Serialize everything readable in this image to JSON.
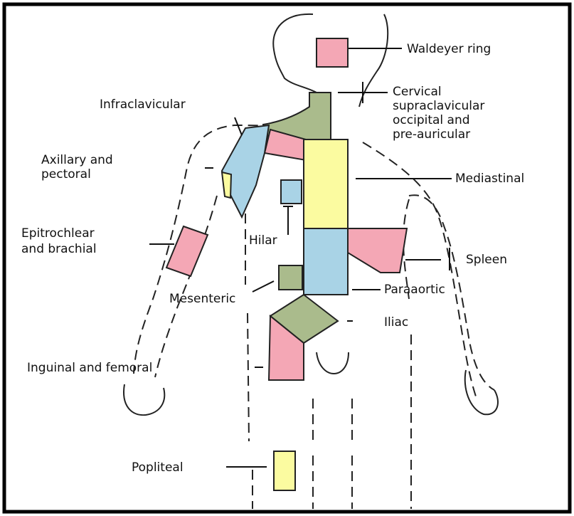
{
  "labels": {
    "waldeyer": "Waldeyer ring",
    "cervical_1": "Cervical",
    "cervical_2": "supraclavicular",
    "cervical_3": "occipital and",
    "cervical_4": "pre-auricular",
    "infraclavicular": "Infraclavicular",
    "axillary_1": "Axillary and",
    "axillary_2": "pectoral",
    "mediastinal": "Mediastinal",
    "epitrochlear_1": "Epitrochlear",
    "epitrochlear_2": "and brachial",
    "hilar": "Hilar",
    "spleen": "Spleen",
    "mesenteric": "Mesenteric",
    "paraaortic": "Paraaortic",
    "iliac": "Iliac",
    "inguinal": "Inguinal and femoral",
    "popliteal": "Popliteal"
  },
  "colors": {
    "pink": "#f4a7b5",
    "green": "#aabb8c",
    "blue": "#a9d3e6",
    "yellow": "#fbfba0"
  }
}
